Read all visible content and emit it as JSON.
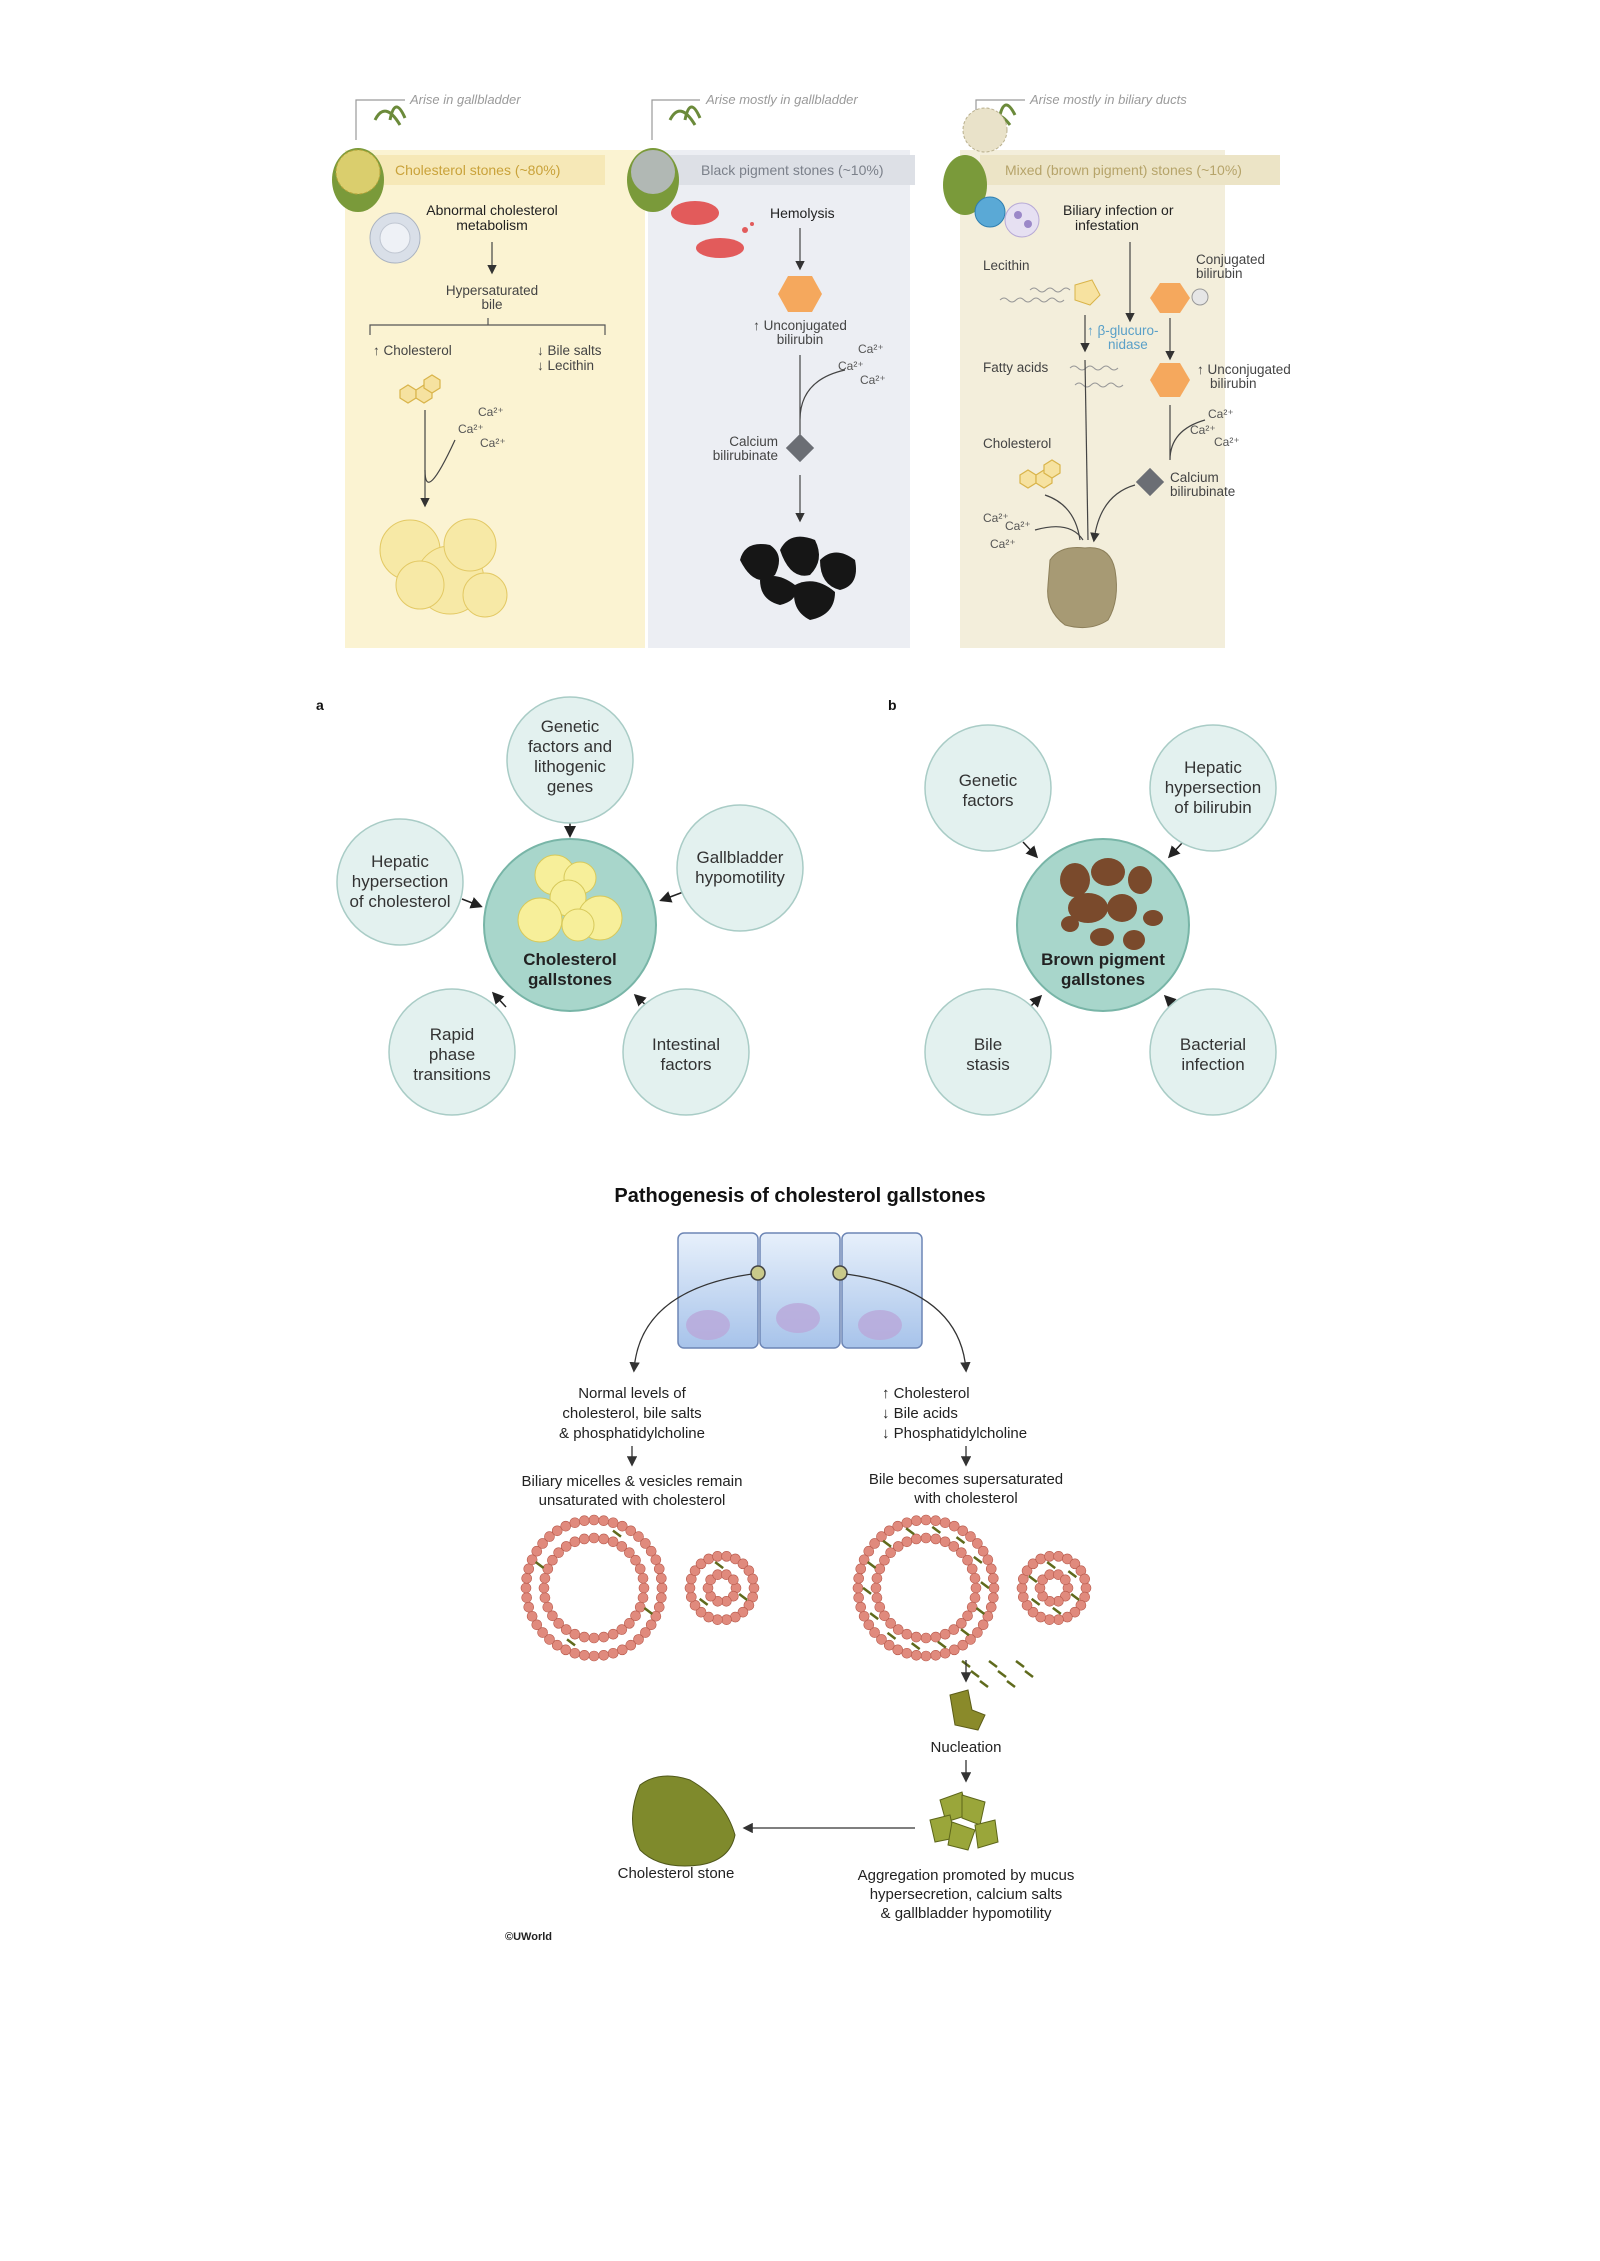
{
  "panel1": {
    "columns": [
      {
        "origin": "Arise in gallbladder",
        "title": "Cholesterol stones (~80%)",
        "accent": "#d9b44a",
        "bg": "#fbf3d2"
      },
      {
        "origin": "Arise mostly in gallbladder",
        "title": "Black pigment stones (~10%)",
        "accent": "#8a8f98",
        "bg": "#eceef3"
      },
      {
        "origin": "Arise mostly in biliary ducts",
        "title": "Mixed (brown pigment) stones (~10%)",
        "accent": "#c9b77e",
        "bg": "#f3eedb"
      }
    ],
    "col1": {
      "abnormal": [
        "Abnormal cholesterol",
        "metabolism"
      ],
      "hypersat": [
        "Hypersaturated",
        "bile"
      ],
      "chol_up": "↑ Cholesterol",
      "bile_salts": "↓ Bile salts",
      "lecithin": "↓ Lecithin",
      "ca": "Ca²⁺"
    },
    "col2": {
      "hemolysis": "Hemolysis",
      "uncon": [
        "↑ Unconjugated",
        "bilirubin"
      ],
      "calcium": [
        "Calcium",
        "bilirubinate"
      ],
      "ca": "Ca²⁺"
    },
    "col3": {
      "infection": [
        "Biliary infection or",
        "infestation"
      ],
      "lecithin": "Lecithin",
      "conj": [
        "Conjugated",
        "bilirubin"
      ],
      "gluc": [
        "↑ β-glucuro-",
        "nidase"
      ],
      "fatty": "Fatty acids",
      "uncon": [
        "↑ Unconjugated",
        "bilirubin"
      ],
      "cholesterol": "Cholesterol",
      "calcium": [
        "Calcium",
        "bilirubinate"
      ],
      "ca": "Ca²⁺"
    }
  },
  "panel2": {
    "a": {
      "label": "a",
      "center": [
        "Cholesterol",
        "gallstones"
      ],
      "nodes": [
        [
          "Genetic",
          "factors and",
          "lithogenic",
          "genes"
        ],
        [
          "Gallbladder",
          "hypomotility"
        ],
        [
          "Intestinal",
          "factors"
        ],
        [
          "Rapid",
          "phase",
          "transitions"
        ],
        [
          "Hepatic",
          "hypersection",
          "of cholesterol"
        ]
      ]
    },
    "b": {
      "label": "b",
      "center": [
        "Brown pigment",
        "gallstones"
      ],
      "nodes": [
        [
          "Genetic",
          "factors"
        ],
        [
          "Hepatic",
          "hypersection",
          "of bilirubin"
        ],
        [
          "Bacterial",
          "infection"
        ],
        [
          "Bile",
          "stasis"
        ]
      ]
    },
    "colors": {
      "node_fill": "#e3f1ef",
      "node_stroke": "#a9ccc6",
      "center_fill": "#a8d6cb",
      "center_stroke": "#78b5a7"
    }
  },
  "panel3": {
    "title": "Pathogenesis of cholesterol gallstones",
    "left_text": [
      "Normal levels of",
      "cholesterol, bile salts",
      "& phosphatidylcholine"
    ],
    "right_text": [
      "↑ Cholesterol",
      "↓ Bile acids",
      "↓ Phosphatidylcholine"
    ],
    "left_result": [
      "Biliary micelles & vesicles remain",
      "unsaturated with cholesterol"
    ],
    "right_result": [
      "Bile becomes supersaturated",
      "with cholesterol"
    ],
    "nucleation": "Nucleation",
    "aggregation": [
      "Aggregation promoted by mucus",
      "hypersecretion, calcium salts",
      "& gallbladder hypomotility"
    ],
    "stone": "Cholesterol stone",
    "credit": "©UWorld"
  }
}
